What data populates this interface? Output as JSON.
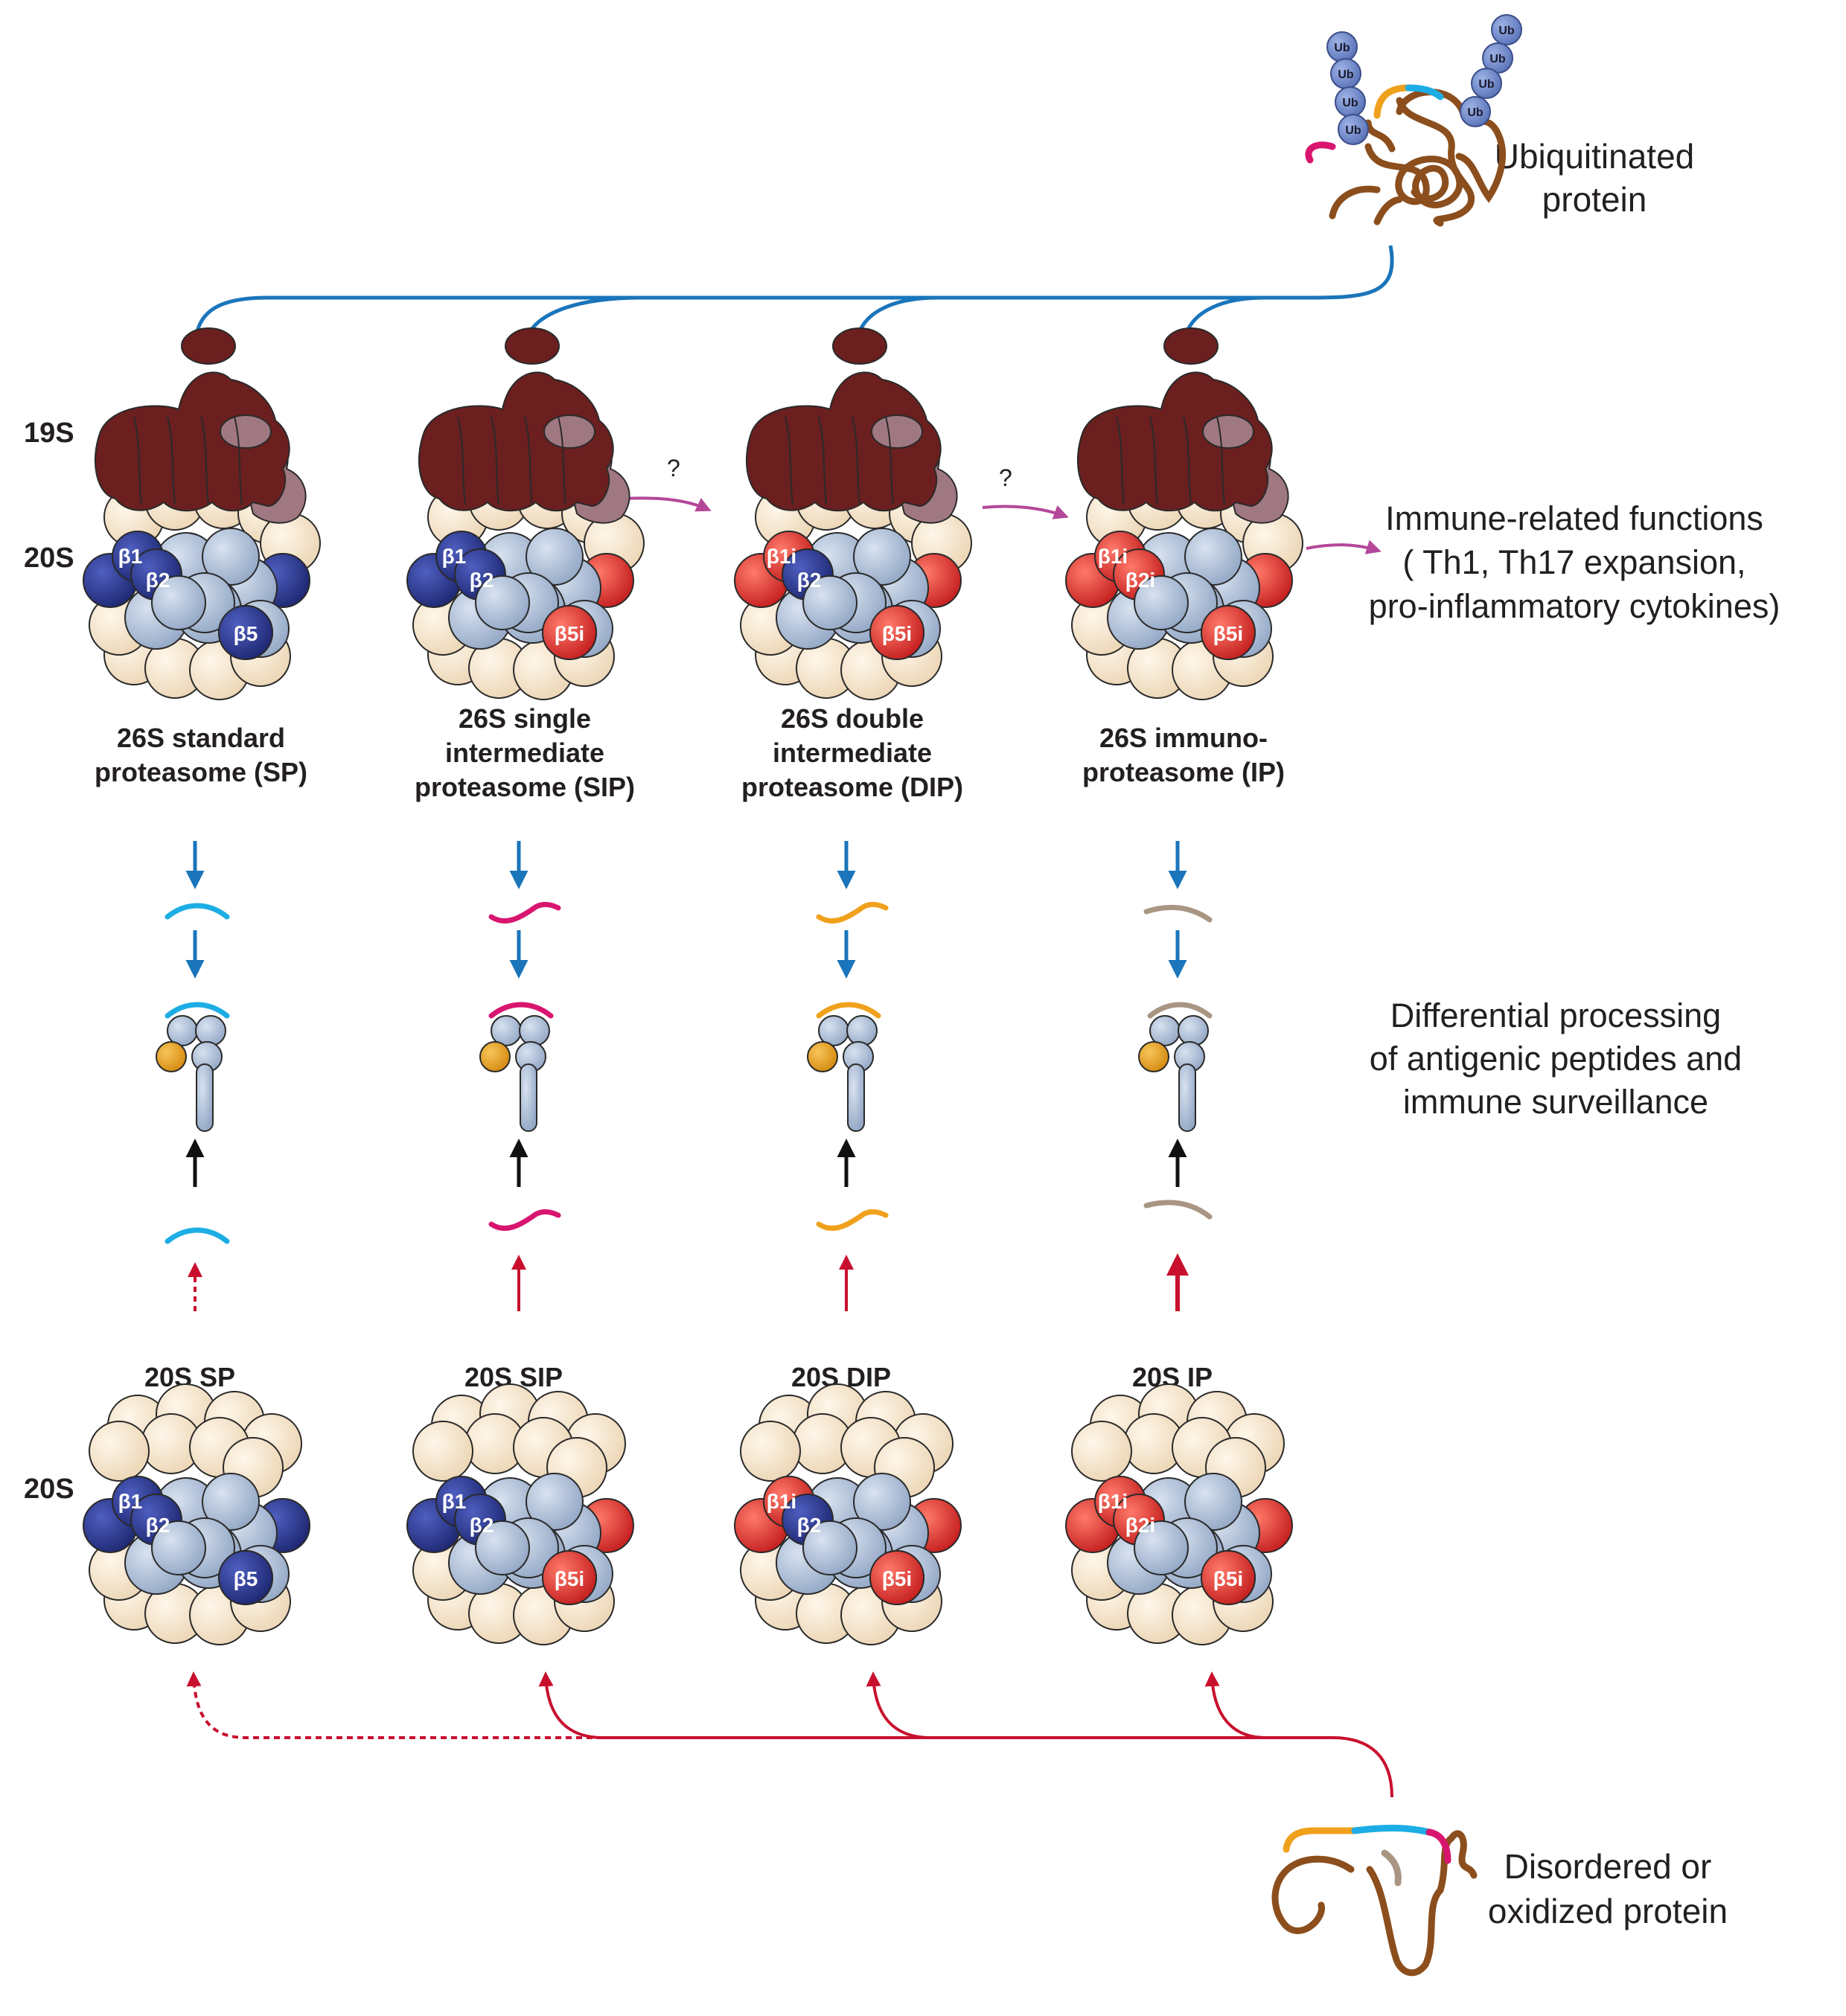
{
  "colors": {
    "blue_arrow": "#1a75bb",
    "red_arrow": "#c8102e",
    "magenta_arrow": "#b5479a",
    "cap": "#6b1f1f",
    "cap_light": "#a07882",
    "cream": "#f7e6cf",
    "grey_blue": "#b4c4dc",
    "navy": "#2a3590",
    "red_sub": "#e0352b",
    "peptide_cyan": "#1cade4",
    "peptide_magenta": "#d8156f",
    "peptide_orange": "#f0a11c",
    "peptide_taupe": "#a89582",
    "chain_brown": "#8b4e1c"
  },
  "labels": {
    "ubiquitinated": [
      "Ubiquitinated",
      "protein"
    ],
    "disordered": [
      "Disordered or",
      "oxidized protein"
    ],
    "side_19s": "19S",
    "side_20s_top": "20S",
    "side_20s_bottom": "20S",
    "question": "?",
    "immune_functions": [
      "Immune-related functions",
      "( Th1, Th17 expansion,",
      "pro-inflammatory cytokines)"
    ],
    "differential": [
      "Differential processing",
      "of antigenic peptides and",
      "immune surveillance"
    ],
    "ub": "Ub"
  },
  "columns": [
    {
      "title26": [
        "26S standard",
        "proteasome (SP)"
      ],
      "title20": "20S SP",
      "subunits": [
        "β1",
        "β2",
        "β5"
      ],
      "peptide": "cyan",
      "dashed": true
    },
    {
      "title26": [
        "26S single",
        "intermediate",
        "proteasome (SIP)"
      ],
      "title20": "20S SIP",
      "subunits": [
        "β1",
        "β2",
        "β5i"
      ],
      "peptide": "magenta",
      "dashed": false
    },
    {
      "title26": [
        "26S double",
        "intermediate",
        "proteasome (DIP)"
      ],
      "title20": "20S DIP",
      "subunits": [
        "β1i",
        "β2",
        "β5i"
      ],
      "peptide": "orange",
      "dashed": false
    },
    {
      "title26": [
        "26S immuno-",
        "proteasome (IP)"
      ],
      "title20": "20S IP",
      "subunits": [
        "β1i",
        "β2i",
        "β5i"
      ],
      "peptide": "taupe",
      "dashed": false
    }
  ]
}
